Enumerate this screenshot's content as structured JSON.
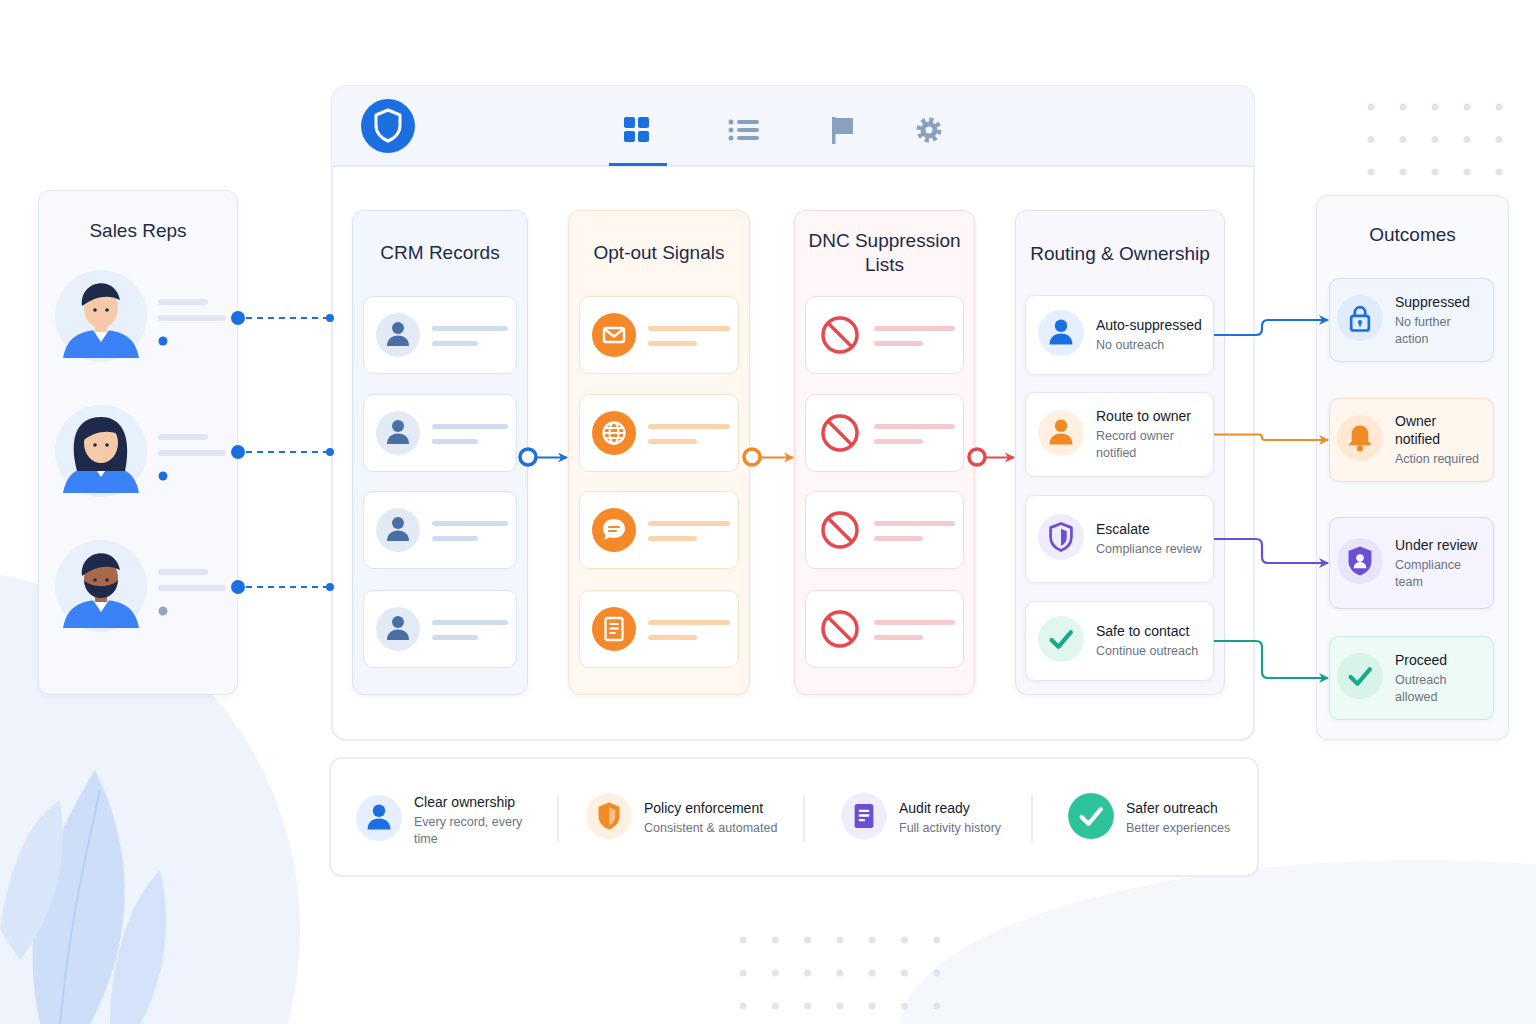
{
  "diagram": {
    "nodes": [
      {
        "text": [
          "Sales Reps"
        ]
      },
      {
        "text": [
          "CRM Records"
        ]
      },
      {
        "text": [
          "Opt-out Signals"
        ]
      },
      {
        "text": [
          "DNC Suppression Lists"
        ]
      },
      {
        "text": [
          "Routing & Ownership"
        ]
      },
      {
        "text": [
          "Auto-suppressed",
          "No outreach"
        ],
        "in": 4
      },
      {
        "text": [
          "Route to owner",
          "Record owner notified"
        ],
        "in": 4
      },
      {
        "text": [
          "Escalate",
          "Compliance review"
        ],
        "in": 4
      },
      {
        "text": [
          "Safe to contact",
          "Continue outreach"
        ],
        "in": 4
      },
      {
        "text": [
          "Outcomes"
        ]
      },
      {
        "text": [
          "Suppressed",
          "No further action"
        ],
        "in": 9
      },
      {
        "text": [
          "Owner notified",
          "Action required"
        ],
        "in": 9
      },
      {
        "text": [
          "Under review",
          "Compliance team"
        ],
        "in": 9
      },
      {
        "text": [
          "Proceed",
          "Outreach allowed"
        ],
        "in": 9
      },
      {
        "text": [
          "Clear ownership",
          "Every record, every time"
        ]
      },
      {
        "text": [
          "Policy enforcement",
          "Consistent & automated"
        ]
      },
      {
        "text": [
          "Audit ready",
          "Full activity history"
        ]
      },
      {
        "text": [
          "Safer outreach",
          "Better experiences"
        ]
      }
    ],
    "edges": [
      {
        "from": 1,
        "to": 2,
        "arrow": "to"
      },
      {
        "from": 2,
        "to": 3,
        "arrow": "to"
      },
      {
        "from": 3,
        "to": 4,
        "arrow": "to"
      },
      {
        "from": 5,
        "to": 10,
        "arrow": "to"
      },
      {
        "from": 6,
        "to": 11,
        "arrow": "to"
      },
      {
        "from": 7,
        "to": 12,
        "arrow": "to"
      },
      {
        "from": 8,
        "to": 13,
        "arrow": "to"
      }
    ]
  }
}
